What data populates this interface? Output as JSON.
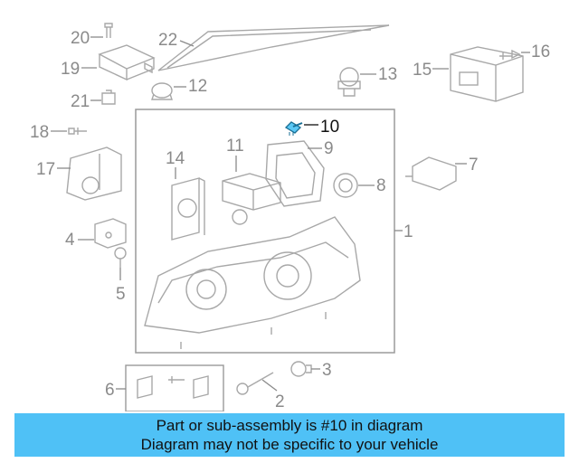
{
  "diagram": {
    "highlight_color": "#5bc8f5",
    "callouts": {
      "c1": "1",
      "c2": "2",
      "c3": "3",
      "c4": "4",
      "c5": "5",
      "c6": "6",
      "c7": "7",
      "c8": "8",
      "c9": "9",
      "c10": "10",
      "c11": "11",
      "c12": "12",
      "c13": "13",
      "c14": "14",
      "c15": "15",
      "c16": "16",
      "c17": "17",
      "c18": "18",
      "c19": "19",
      "c20": "20",
      "c21": "21",
      "c22": "22"
    }
  },
  "banner": {
    "background": "#4fc1f6",
    "line1": "Part or sub-assembly is #10 in diagram",
    "line2": "Diagram may not be specific to your vehicle"
  }
}
